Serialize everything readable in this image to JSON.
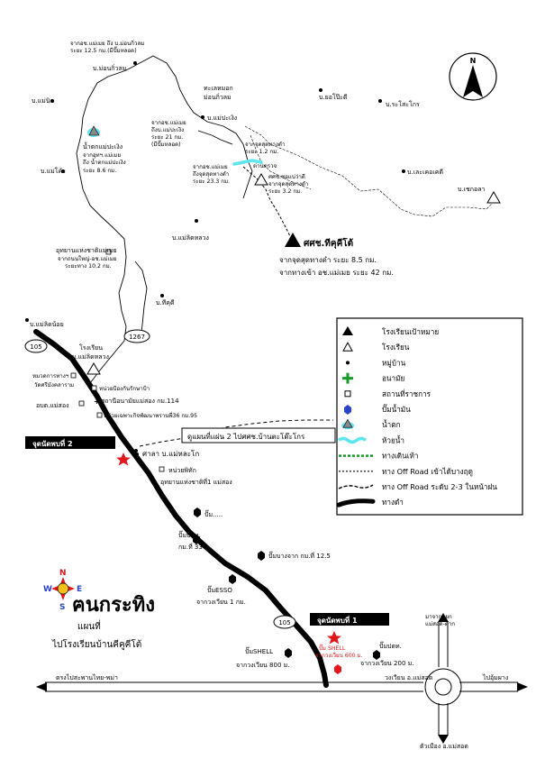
{
  "title": {
    "main": "ฅนกระทิง",
    "line2": "แผนที่",
    "line3": "ไปโรงเรียนบ้านคีคูคีโต้"
  },
  "compass": {
    "north": "N",
    "south": "S",
    "east": "E",
    "west": "W"
  },
  "north_arrow": "N",
  "target": {
    "name": "ศศช.ทีคุคีโต้",
    "dist1": "จากจุดสุดทางดำ ระยะ 8.5 กม.",
    "dist2": "จากทางเข้า อช.แม่เมย ระยะ 42 กม."
  },
  "villages": {
    "mae_nil": "บ.แม่นิล",
    "mae_kue": "บ.แม่โค้ะ",
    "muen_kui": "บ.ม่อนกิ่วลม",
    "mae_pa_ting": "บ.แม่ปะเงิง",
    "mae_lit_luang": "บ.แม่ลิดหลวง",
    "thi_khu": "บ.ทีคุดี",
    "mae_lit_noi": "บ.แม่ลิดน้อย",
    "yo_pho_di": "บ.ยอโป๊ะดี",
    "ra_so_kro": "บ.ระโสะโกร",
    "le_kho_lo_di": "บ.เละเคอเคดี",
    "mae_hla_ko": "บ.แม่หละโก"
  },
  "schools": {
    "cho_kho_la": "บ.เชกอลา",
    "tor_ko_di": "ศศช.ซอแบ่ว่าดี",
    "tor_ko_di_dist1": "จากจุดสุดทางดำ",
    "tor_ko_di_dist2": "ระยะ 3.2 กม."
  },
  "labels": {
    "from_ac_25": "จากอช.แม่เมย ถึง บ.ม่อนกิ่วลม",
    "from_ac_25b": "ระยะ 12.5 กม.(มีปั๊มหลอด)",
    "muen_kui_view": "ทะเลหมอก",
    "muen_kui_view2": "ม่อนกิ่วลม",
    "from_ac_21": "จากอช.แม่เมย",
    "from_ac_21b": "ถึงบ.แม่ปะเงิง",
    "from_ac_21c": "ระยะ 21 กม.",
    "from_ac_21d": "(มีปั๊มหลอด)",
    "road_end_1": "จากจุดสุดทางดำ",
    "road_end_1b": "ระยะ 1.2 กม.",
    "checkpoint": "ด่านตรวจ",
    "from_ac_233": "จากอช.แม่เมย",
    "from_ac_233b": "ถึงจุดสุดทางดำ",
    "from_ac_233c": "ระยะ 23.3 กม.",
    "waterfall": "น้ำตกแม่ปะเงิง",
    "waterfall_b": "จากอุทฯ.แม่เมย",
    "waterfall_c": "ถึง น้ำตกแม่ปะเงิง",
    "waterfall_d": "ระยะ 8.6 กม.",
    "park": "อุทยานแห่งชาติแม่เมย",
    "park_b": "จากถนนใหญ่-อช.แม่เมย",
    "park_c": "ระยะทาง 10.2 กม.",
    "school_mae_lit_luang": "โรงเรียน",
    "school_mae_lit_luang_b": "บ.แม่ลิดหลวง",
    "police": "หมวดการทางฯ",
    "temple": "วัดศรีมังคลาราม",
    "tambon": "อบต.แม่สอง",
    "forest_unit": "หน่วยป้องกันรักษาป้า",
    "health_center": "สถานีอนามัยแม่สอง กม.114",
    "forest_unit2": "หน่วยเฉพาะกิจพัฒนาพรานพี่36 กม.95",
    "rest_area": "ศาลา บ.แม่หละโก",
    "lodge": "หน่วยพิทัก",
    "lodge_b": "อุทยานแห่งชาติที่1 แม่สอง",
    "pump_dots": "ปั๊ม.....",
    "ptt_33": "ปั๊มปตท.",
    "ptt_33b": "กม.ที่ 33",
    "bangchak": "ปั๊มบางจาก กม.ที่ 12.5",
    "esso": "ปั๊มESSO",
    "esso_b": "จากวงเวียน 1 กม.",
    "shell": "ปั๊มSHELL",
    "shell_b": "จากวงเวียน 800 ม.",
    "shell_red": "ปั๊ม SHELL",
    "shell_red_b": "จากวงเวียน 600 ม.",
    "ptt_200": "ปั๊มปตท.",
    "ptt_200b": "จากวงเวียน 200 ม.",
    "from_mae_sariang": "มาจากแยก",
    "from_mae_sariang_b": "แม่สอด-ตาก",
    "roundabout": "วงเวียน อ.แม่สอด",
    "to_border": "ตรงไปสะพานไทย-พม่า",
    "to_maesot": "ไปอุ้มผาง",
    "town": "ตัวเมือง อ.แม่สอด",
    "road_105a": "105",
    "road_105b": "105",
    "road_1267": "1267"
  },
  "meeting_points": {
    "p1": "จุดนัดพบที่ 1",
    "p2": "จุดนัดพบที่ 2"
  },
  "map2_note": "ดูแผนที่แผ่น 2 ไปศศช.บ้านตะโด๊ะโกร",
  "legend": [
    {
      "icon": "triangle-filled",
      "label": "โรงเรียนเป้าหมาย"
    },
    {
      "icon": "triangle-outline",
      "label": "โรงเรียน"
    },
    {
      "icon": "dot",
      "label": "หมู่บ้าน"
    },
    {
      "icon": "green-cross",
      "label": "อนามัย"
    },
    {
      "icon": "square",
      "label": "สถานที่ราชการ"
    },
    {
      "icon": "blue-hexagon",
      "label": "ปั๊มน้ำมัน"
    },
    {
      "icon": "waterfall",
      "label": "น้ำตก"
    },
    {
      "icon": "river",
      "label": "ห้วยน้ำ"
    },
    {
      "icon": "footpath",
      "label": "ทางเดินเท้า"
    },
    {
      "icon": "offroad-dotted",
      "label": "ทาง Off Road เข้าได้บางฤดู"
    },
    {
      "icon": "offroad-dashed",
      "label": "ทาง Off Road ระดับ 2-3 ในหน้าฝน"
    },
    {
      "icon": "paved",
      "label": "ทางดำ"
    }
  ],
  "colors": {
    "target": "#000000",
    "meeting_star": "#e3161b",
    "health_cross": "#1a9a2a",
    "fuel_blue": "#2a44c8",
    "river": "#5ee6ee",
    "footpath": "#1a9a2a",
    "compass_red": "#e3161b",
    "compass_blue": "#2a44c8",
    "compass_yellow": "#f2c21a"
  }
}
